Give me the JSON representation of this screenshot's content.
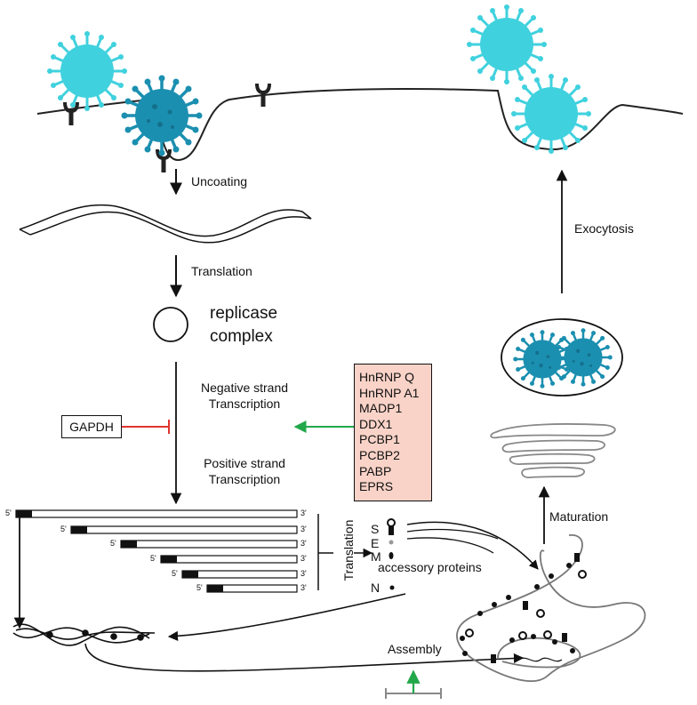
{
  "labels": {
    "uncoating": "Uncoating",
    "translation": "Translation",
    "replicase_line1": "replicase",
    "replicase_line2": "complex",
    "neg_line1": "Negative strand",
    "neg_line2": "Transcription",
    "pos_line1": "Positive strand",
    "pos_line2": "Transcription",
    "gapdh": "GAPDH",
    "translation_vertical": "Translation",
    "accessory": "accessory proteins",
    "assembly": "Assembly",
    "maturation": "Maturation",
    "exocytosis": "Exocytosis"
  },
  "host_factors": [
    "HnRNP Q",
    "HnRNP A1",
    "MADP1",
    "DDX1",
    "PCBP1",
    "PCBP2",
    "PABP",
    "EPRS"
  ],
  "structural_proteins": [
    "S",
    "E",
    "M",
    "N"
  ],
  "prime5": "5'",
  "prime3": "3'",
  "colors": {
    "virus_dark": "#1b8fb0",
    "virus_light": "#40d1de",
    "inhibit_red": "#e0342f",
    "activate_green": "#22a84a",
    "pink_box": "#f9d3c8",
    "golgi_gray": "#8a8a8a"
  }
}
